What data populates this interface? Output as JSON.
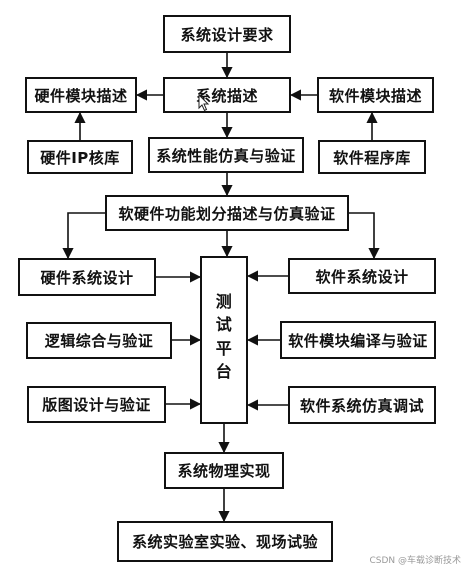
{
  "boxes": {
    "design_requirements": "系统设计要求",
    "hw_module_desc": "硬件模块描述",
    "system_desc": "系统描述",
    "sw_module_desc": "软件模块描述",
    "hw_ip_library": "硬件IP核库",
    "perf_simulation": "系统性能仿真与验证",
    "sw_library": "软件程序库",
    "hw_sw_partition": "软硬件功能划分描述与仿真验证",
    "hw_system_design": "硬件系统设计",
    "sw_system_design": "软件系统设计",
    "logic_synthesis": "逻辑综合与验证",
    "sw_compile_verify": "软件模块编译与验证",
    "layout_design": "版图设计与验证",
    "sw_simulation_debug": "软件系统仿真调试",
    "physical_implementation": "系统物理实现",
    "lab_field_test": "系统实验室实验、现场试验"
  },
  "test_platform": [
    "测",
    "试",
    "平",
    "台"
  ],
  "watermark": "CSDN @车载诊断技术",
  "colors": {
    "line": "#111111",
    "background": "#ffffff",
    "watermark": "#9a9a9a"
  },
  "icons": {
    "cursor": "mouse-pointer-icon"
  }
}
